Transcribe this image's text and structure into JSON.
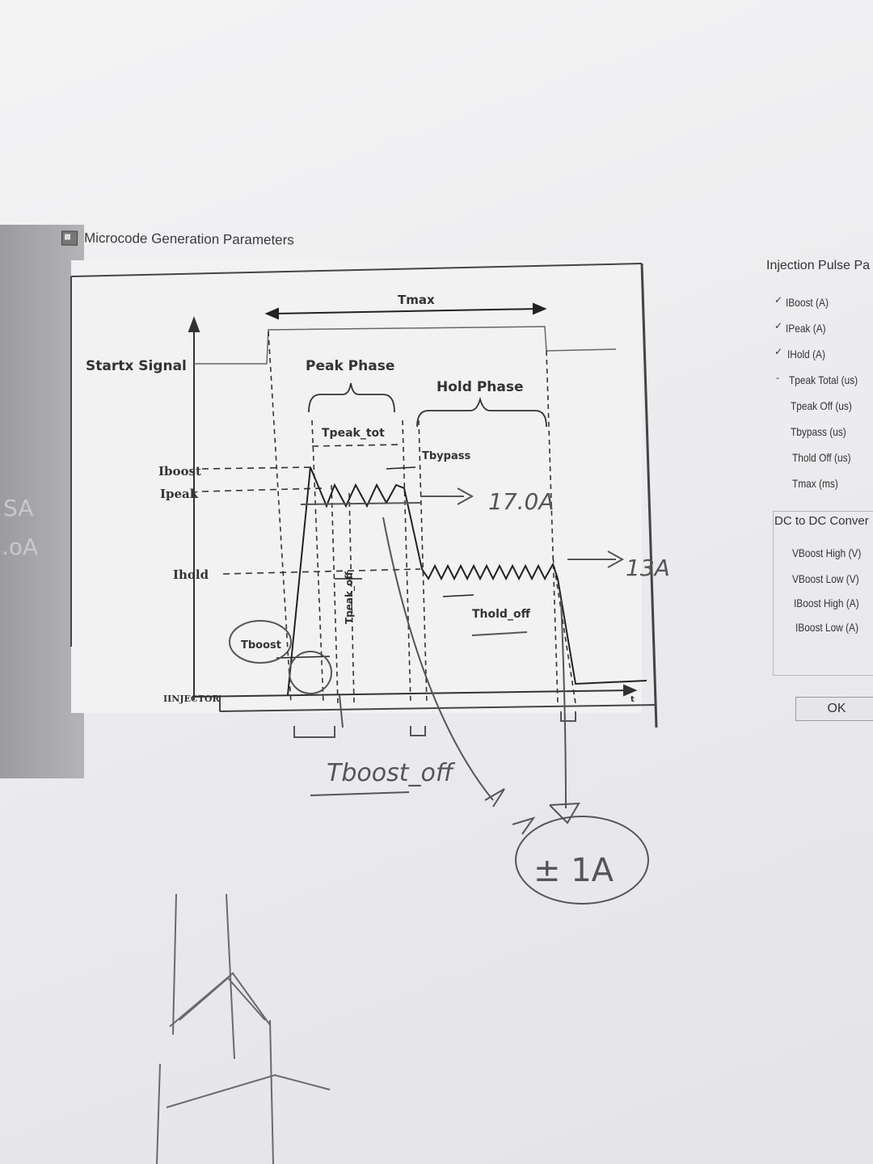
{
  "window": {
    "title": "Microcode Generation Parameters"
  },
  "diagram": {
    "tmax": "Tmax",
    "start_signal": "Startx Signal",
    "peak_phase": "Peak Phase",
    "hold_phase": "Hold Phase",
    "tpeak_tot": "Tpeak_tot",
    "tbypass": "Tbypass",
    "iboost": "Iboost",
    "ipeak": "Ipeak",
    "ihold": "Ihold",
    "tpeak_off": "Tpeak_off",
    "thold_off": "Thold_off",
    "tboost": "Tboost",
    "iinjector": "IINJECTOR",
    "t_axis": "t"
  },
  "annotations": {
    "peak_value": "17.0A",
    "hold_value": "13A",
    "tboost_off": "Tboost_off",
    "tolerance": "± 1A"
  },
  "side_panel": {
    "header": "Injection Pulse Pa",
    "params": [
      {
        "label": "IBoost (A)",
        "mark": "✓"
      },
      {
        "label": "IPeak (A)",
        "mark": "✓"
      },
      {
        "label": "IHold (A)",
        "mark": "✓"
      },
      {
        "label": "Tpeak Total (us)",
        "mark": "-"
      },
      {
        "label": "Tpeak Off (us)",
        "mark": ""
      },
      {
        "label": "Tbypass (us)",
        "mark": ""
      },
      {
        "label": "Thold Off (us)",
        "mark": ""
      },
      {
        "label": "Tmax (ms)",
        "mark": ""
      }
    ],
    "dc_header": "DC to DC Conver",
    "dc_params": [
      "VBoost High (V)",
      "VBoost Low (V)",
      "IBoost High (A)",
      "IBoost Low (A)"
    ],
    "ok_label": "OK"
  },
  "left_ghost": {
    "top": "SA",
    "bottom": ".oA"
  }
}
